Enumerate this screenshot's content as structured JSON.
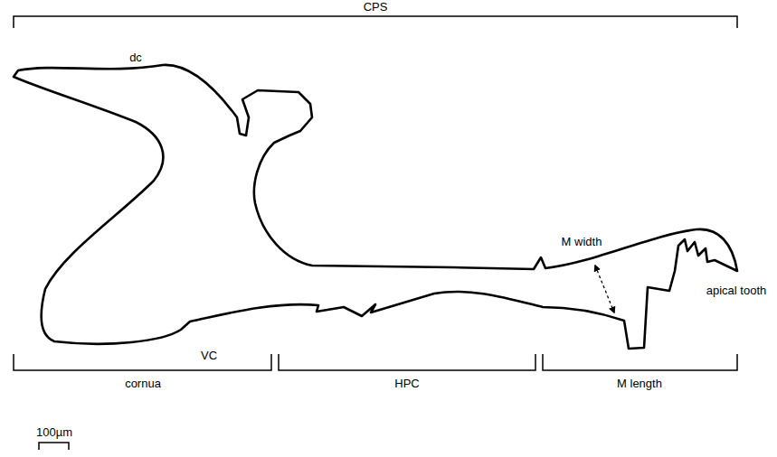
{
  "diagram": {
    "labels": [
      "CPS",
      "dc",
      "M width",
      "apical tooth",
      "VC",
      "cornua",
      "HPC",
      "M length",
      "100µm"
    ]
  }
}
